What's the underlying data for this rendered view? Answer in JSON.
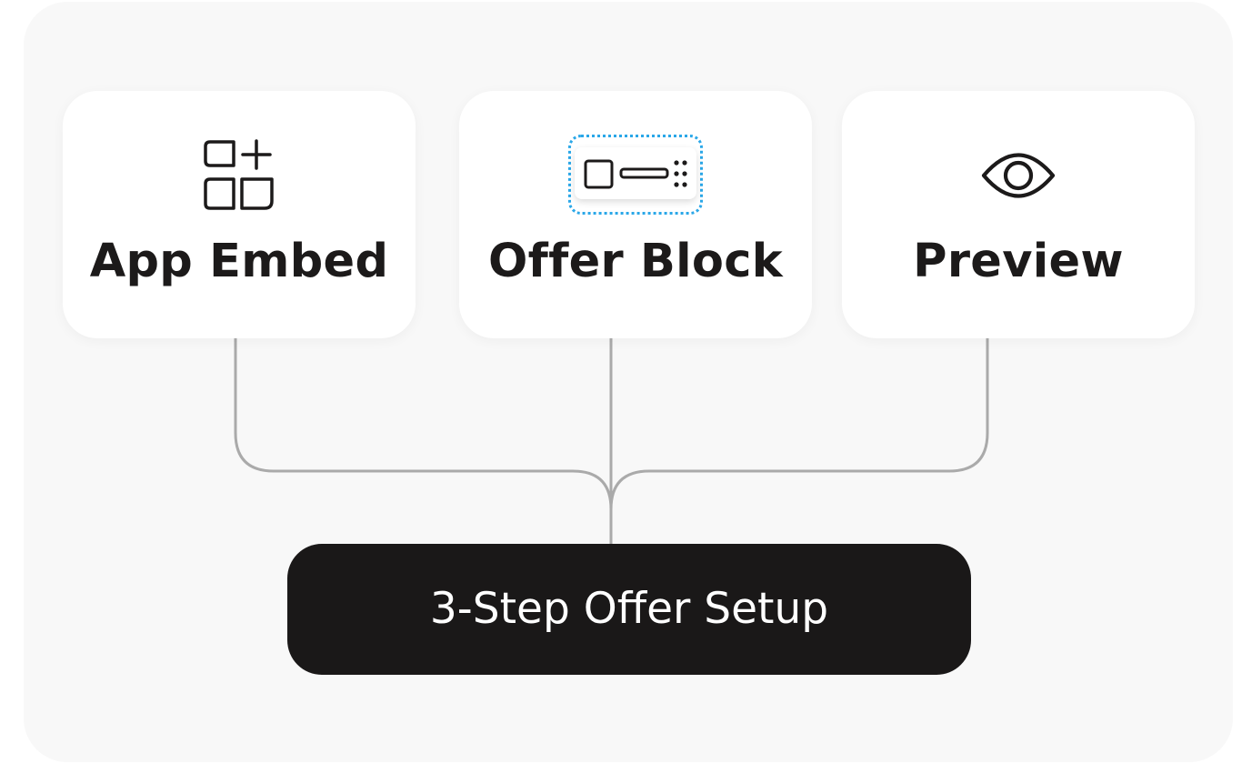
{
  "steps": [
    {
      "label": "App Embed",
      "icon": "apps-add-icon"
    },
    {
      "label": "Offer Block",
      "icon": "offer-block-icon"
    },
    {
      "label": "Preview",
      "icon": "eye-icon"
    }
  ],
  "summary": {
    "label": "3-Step Offer Setup"
  },
  "colors": {
    "panel_background": "#f8f8f8",
    "card_background": "#ffffff",
    "text": "#1c1a1a",
    "connector": "#aaaaaa",
    "summary_background": "#1a1818",
    "summary_text": "#ffffff",
    "selection_accent": "#2aa7e8"
  }
}
